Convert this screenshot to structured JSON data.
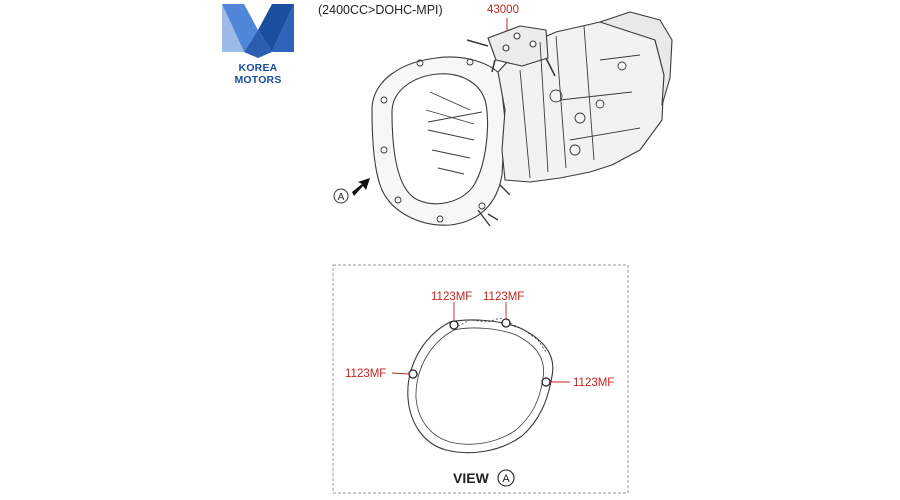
{
  "brand": {
    "name": "KOREA MOTORS",
    "colors": {
      "primary": "#1a4fa0",
      "light": "#4f86d9",
      "accent": "#9db9e6"
    },
    "logo_icon": "stylized-m-icon"
  },
  "diagram": {
    "spec": "(2400CC>DOHC-MPI)",
    "assembly_part_no": "43000",
    "view_marker": "A",
    "view_label": "VIEW",
    "view_marker_in_label": "A",
    "callouts": [
      {
        "id": "top-left",
        "text": "1123MF"
      },
      {
        "id": "top-right",
        "text": "1123MF"
      },
      {
        "id": "left",
        "text": "1123MF"
      },
      {
        "id": "right",
        "text": "1123MF"
      }
    ],
    "colors": {
      "line": "#3a3a3a",
      "callout": "#c0261f",
      "frame": "#9a9a9a"
    }
  }
}
